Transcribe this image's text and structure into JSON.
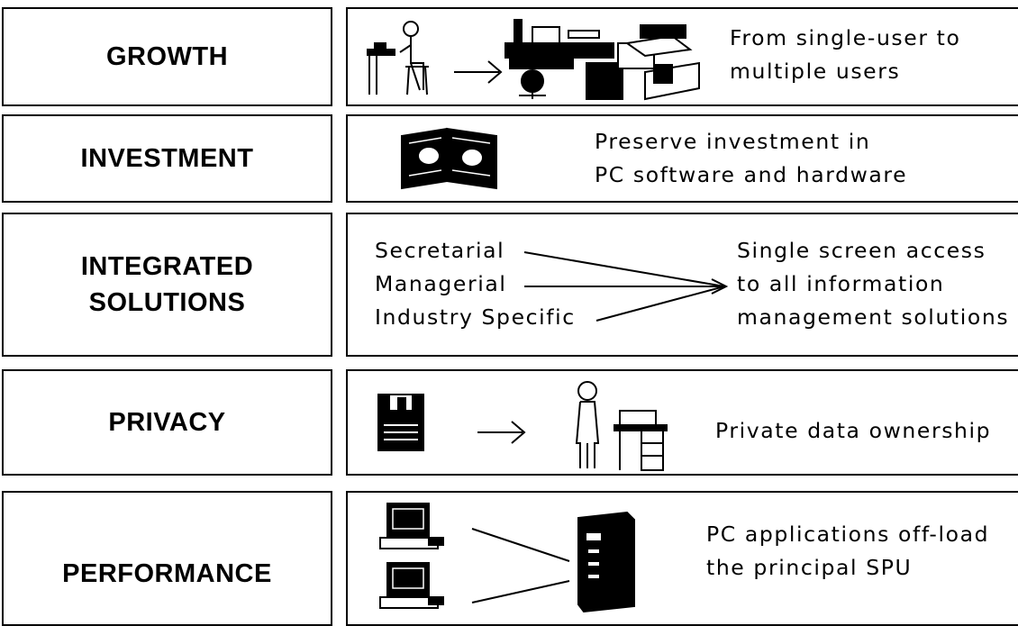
{
  "rows": [
    {
      "id": "growth",
      "label": "GROWTH",
      "desc": [
        "From single-user to",
        "multiple users"
      ],
      "icons": [
        "single-user-desk-icon",
        "arrow-right-icon",
        "multi-user-office-icon"
      ]
    },
    {
      "id": "investment",
      "label": "INVESTMENT",
      "desc": [
        "Preserve investment in",
        "PC software and hardware"
      ],
      "icons": [
        "software-package-icon"
      ]
    },
    {
      "id": "integrated",
      "label": [
        "INTEGRATED",
        "SOLUTIONS"
      ],
      "sources": [
        "Secretarial",
        "Managerial",
        "Industry Specific"
      ],
      "desc": [
        "Single screen access",
        "to all information",
        "management solutions"
      ]
    },
    {
      "id": "privacy",
      "label": "PRIVACY",
      "desc": [
        "Private data ownership"
      ],
      "icons": [
        "floppy-disk-icon",
        "arrow-right-icon",
        "person-at-desk-icon"
      ]
    },
    {
      "id": "performance",
      "label": "PERFORMANCE",
      "desc": [
        "PC applications off-load",
        "the principal SPU"
      ],
      "icons": [
        "pc-workstation-icon",
        "pc-workstation-icon",
        "server-cabinet-icon"
      ]
    }
  ]
}
